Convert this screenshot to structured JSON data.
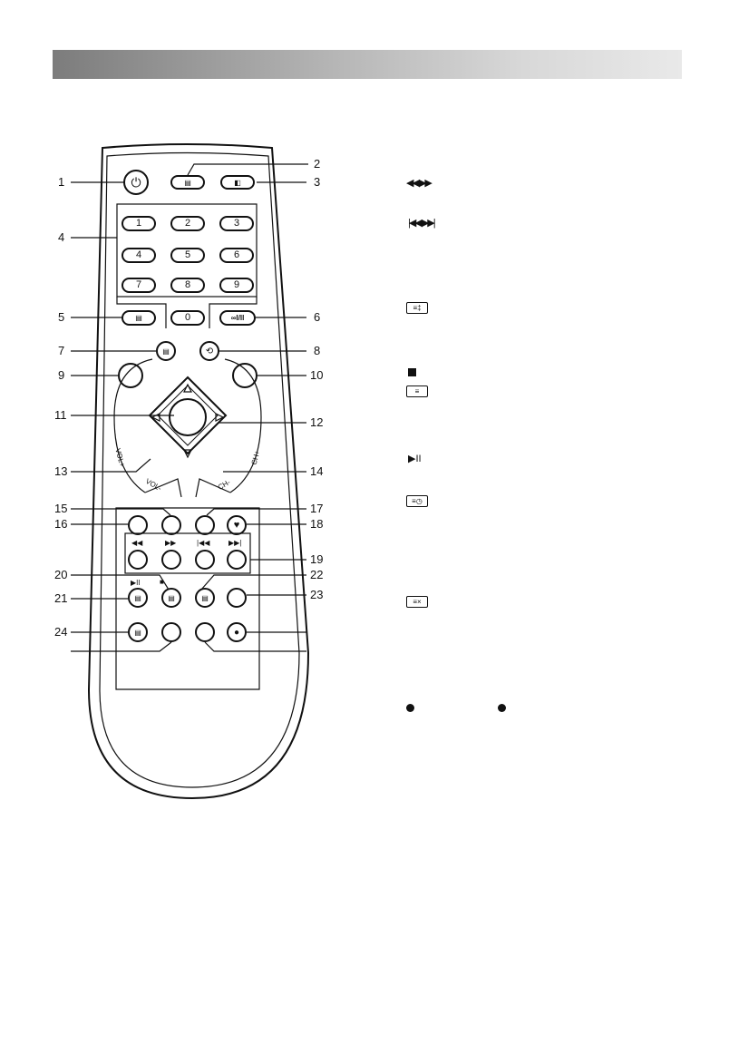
{
  "callouts": [
    "1",
    "2",
    "3",
    "4",
    "5",
    "6",
    "7",
    "8",
    "9",
    "10",
    "11",
    "12",
    "13",
    "14",
    "15",
    "16",
    "17",
    "18",
    "19",
    "20",
    "21",
    "22",
    "23",
    "24"
  ],
  "digits": [
    "1",
    "2",
    "3",
    "4",
    "5",
    "6",
    "7",
    "8",
    "9",
    "0"
  ],
  "side_labels": {
    "vol_plus": "VOL+",
    "vol_minus": "VOL-",
    "ch_plus": "CH+",
    "ch_minus": "CH-"
  },
  "legend_icons": [
    "rewind-forward-icon",
    "prev-next-icon",
    "info-icon",
    "stop-icon",
    "text-icon",
    "play-pause-icon",
    "timer-icon",
    "cancel-icon",
    "record-dot-icon",
    "record-dot-icon"
  ]
}
